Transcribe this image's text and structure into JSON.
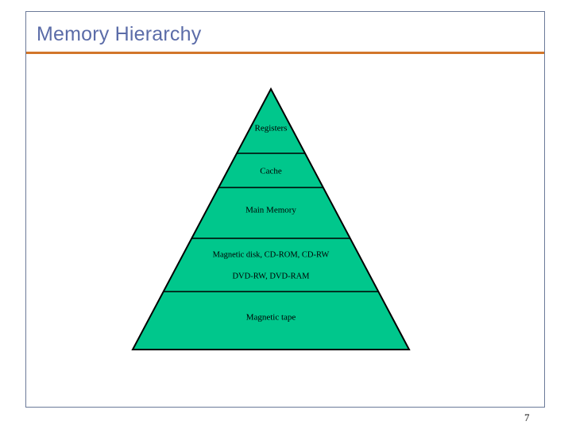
{
  "slide": {
    "title": "Memory Hierarchy",
    "page_number": "7",
    "accent_rule_color": "#d2762a",
    "title_color": "#5b6ca8",
    "frame_color": "#6b7a99",
    "background_color": "#ffffff"
  },
  "diagram": {
    "name": "memory-hierarchy-pyramid",
    "fill_color": "#00c78c",
    "outline_color": "#000000",
    "tiers": [
      {
        "label": "Registers"
      },
      {
        "label": "Cache"
      },
      {
        "label": "Main Memory"
      },
      {
        "label": "Magnetic disk, CD-ROM, CD-RW",
        "label2": "DVD-RW, DVD-RAM"
      },
      {
        "label": "Magnetic tape"
      }
    ]
  }
}
